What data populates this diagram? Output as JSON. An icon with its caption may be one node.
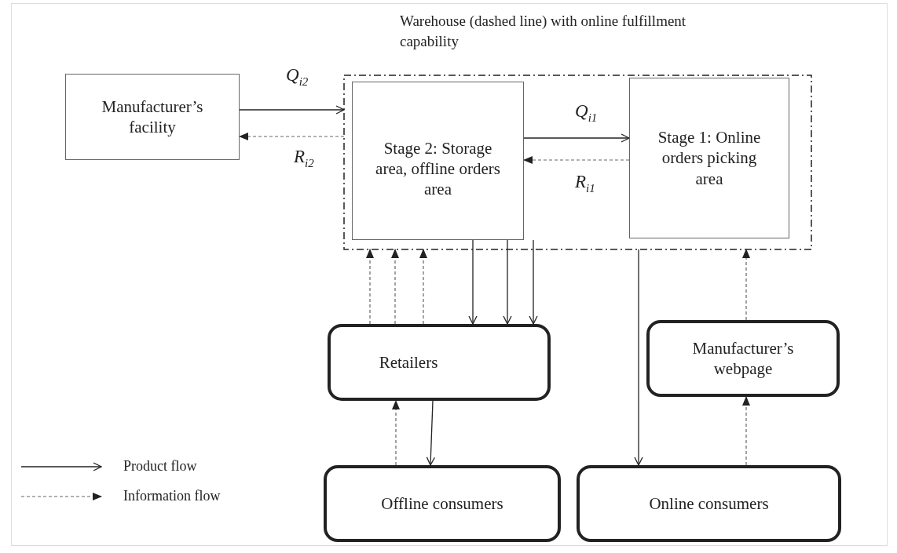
{
  "diagram": {
    "nodes": [
      {
        "text": [
          "Manufacturer’s facility"
        ]
      },
      {
        "text": [
          "Warehouse (dashed line) with online fulfillment capability"
        ]
      },
      {
        "text": [
          "Stage 2: Storage area, offline orders area"
        ],
        "in": 1
      },
      {
        "text": [
          "Stage 1: Online orders picking area"
        ],
        "in": 1
      },
      {
        "text": [
          "Retailers"
        ]
      },
      {
        "text": [
          "Manufacturer’s webpage"
        ]
      },
      {
        "text": [
          "Offline consumers"
        ]
      },
      {
        "text": [
          "Online consumers"
        ]
      }
    ],
    "edges": [
      {
        "from": 0,
        "to": 1,
        "arrow": "to",
        "label": "Q$_{i2}$"
      },
      {
        "from": 1,
        "to": 0,
        "arrow": "to",
        "label": "R$_{i2}$",
        "style": "dashed"
      },
      {
        "from": 2,
        "to": 3,
        "arrow": "to",
        "label": "Q$_{i1}$"
      },
      {
        "from": 3,
        "to": 2,
        "arrow": "to",
        "label": "R$_{i1}$",
        "style": "dashed"
      },
      {
        "from": 4,
        "to": 1,
        "arrow": "to",
        "style": "dashed"
      },
      {
        "from": 4,
        "to": 1,
        "arrow": "to",
        "style": "dashed"
      },
      {
        "from": 4,
        "to": 1,
        "arrow": "to",
        "style": "dashed"
      },
      {
        "from": 2,
        "to": 4,
        "arrow": "to"
      },
      {
        "from": 2,
        "to": 4,
        "arrow": "to"
      },
      {
        "from": 2,
        "to": 4,
        "arrow": "to"
      },
      {
        "from": 6,
        "to": 4,
        "arrow": "to",
        "style": "dashed"
      },
      {
        "from": 4,
        "to": 6,
        "arrow": "to"
      },
      {
        "from": 1,
        "to": 7,
        "arrow": "to"
      },
      {
        "from": 5,
        "to": 1,
        "arrow": "to",
        "style": "dashed"
      },
      {
        "from": 7,
        "to": 5,
        "arrow": "to",
        "style": "dashed"
      }
    ],
    "legend": [
      {
        "text": "Product flow"
      },
      {
        "text": "Information flow"
      }
    ]
  }
}
